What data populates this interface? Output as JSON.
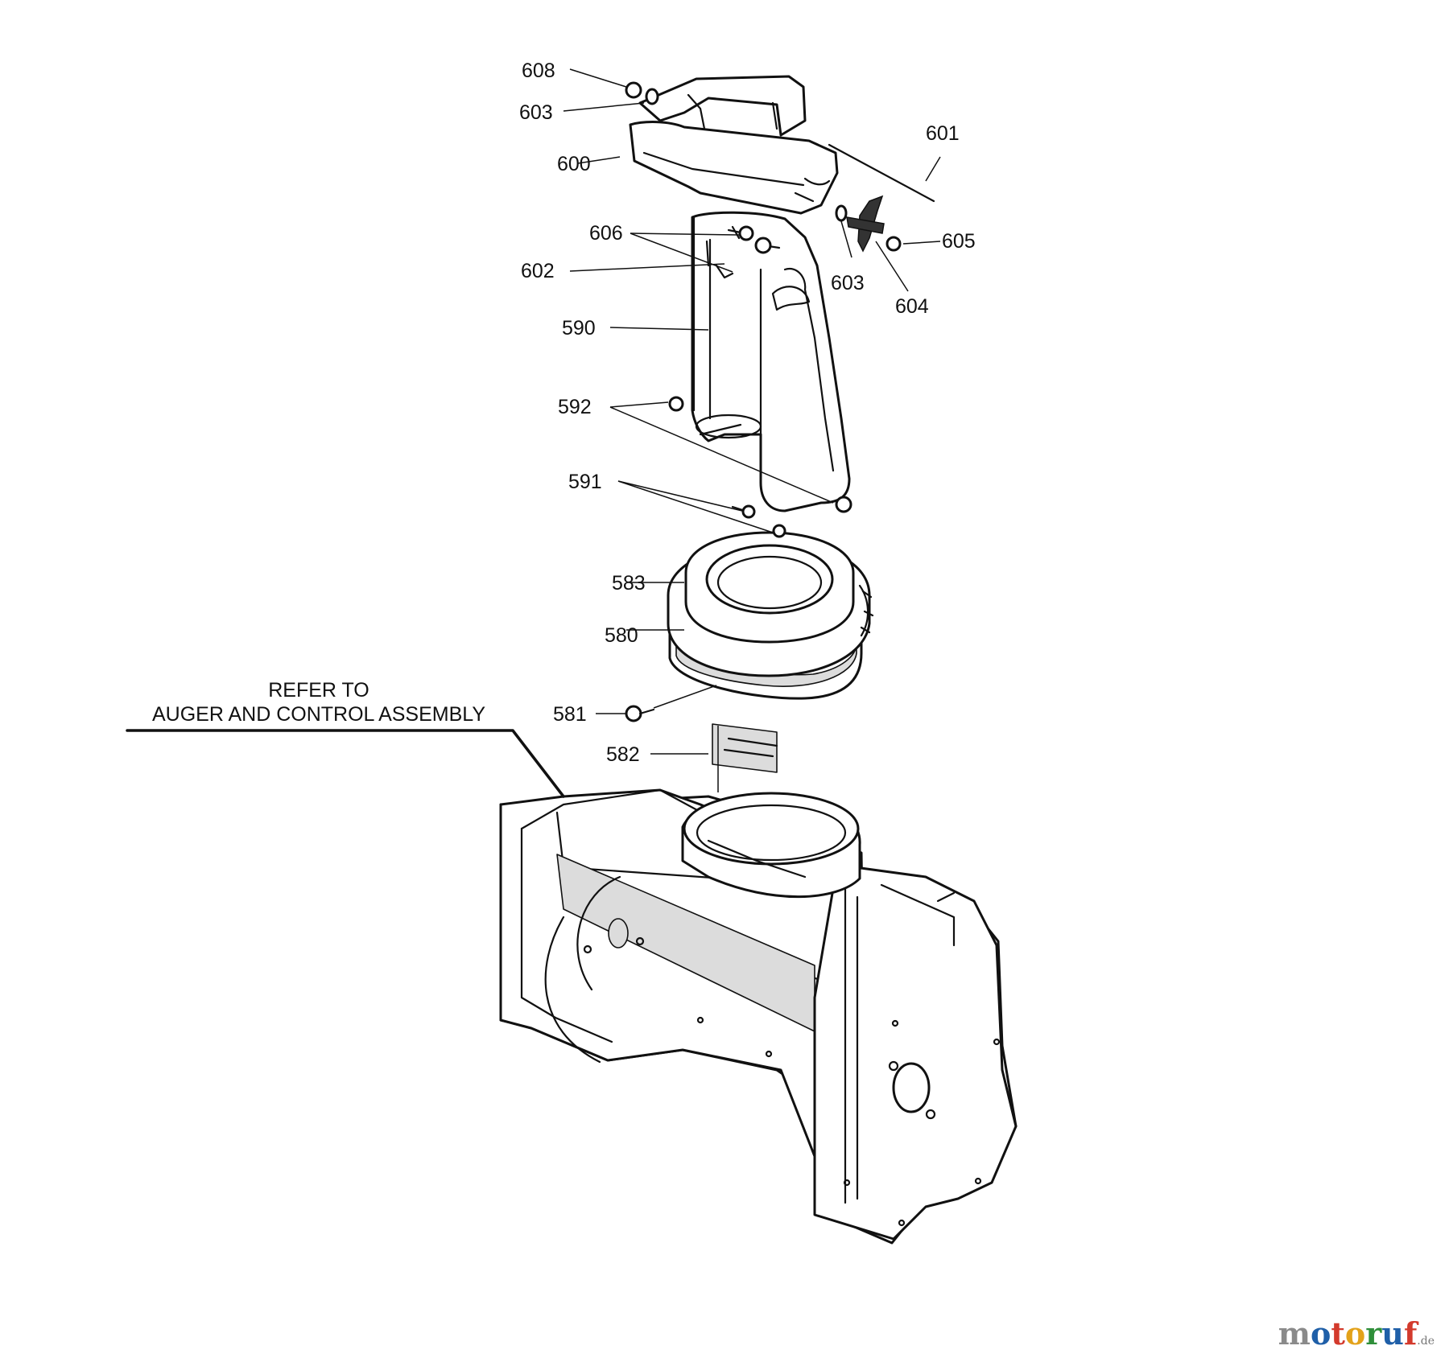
{
  "callouts": {
    "c608": "608",
    "c603a": "603",
    "c600": "600",
    "c601": "601",
    "c606": "606",
    "c605": "605",
    "c602": "602",
    "c603b": "603",
    "c604": "604",
    "c590": "590",
    "c592": "592",
    "c591": "591",
    "c583": "583",
    "c580": "580",
    "c581": "581",
    "c582": "582"
  },
  "note": {
    "line1": "REFER TO",
    "line2": "AUGER AND CONTROL ASSEMBLY"
  },
  "watermark": {
    "letters": [
      "m",
      "o",
      "t",
      "o",
      "r",
      "u",
      "f"
    ],
    "colors": [
      "#8a8a8a",
      "#1f5fa8",
      "#d33a2c",
      "#e3a21a",
      "#2f8f3a",
      "#1f5fa8",
      "#d33a2c"
    ],
    "suffix": ".de"
  }
}
